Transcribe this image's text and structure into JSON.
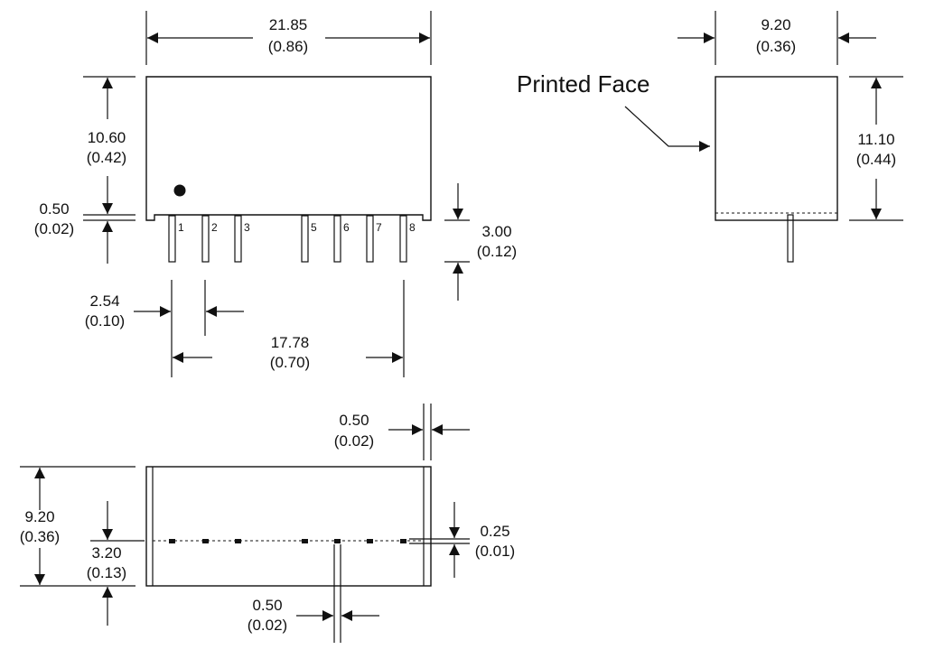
{
  "front_view": {
    "width_mm": "21.85",
    "width_in": "(0.86)",
    "body_height_mm": "10.60",
    "body_height_in": "(0.42)",
    "standoff_mm": "0.50",
    "standoff_in": "(0.02)",
    "pin_length_mm": "3.00",
    "pin_length_in": "(0.12)",
    "pin_pitch_mm": "2.54",
    "pin_pitch_in": "(0.10)",
    "pin_span_mm": "17.78",
    "pin_span_in": "(0.70)",
    "pin_labels": [
      "1",
      "2",
      "3",
      "5",
      "6",
      "7",
      "8"
    ]
  },
  "side_view": {
    "label": "Printed Face",
    "width_mm": "9.20",
    "width_in": "(0.36)",
    "height_mm": "11.10",
    "height_in": "(0.44)"
  },
  "bottom_view": {
    "wall_mm": "0.50",
    "wall_in": "(0.02)",
    "height_mm": "9.20",
    "height_in": "(0.36)",
    "pin_row_offset_mm": "3.20",
    "pin_row_offset_in": "(0.13)",
    "pin_thickness_mm": "0.25",
    "pin_thickness_in": "(0.01)",
    "pin_width_mm": "0.50",
    "pin_width_in": "(0.02)"
  }
}
